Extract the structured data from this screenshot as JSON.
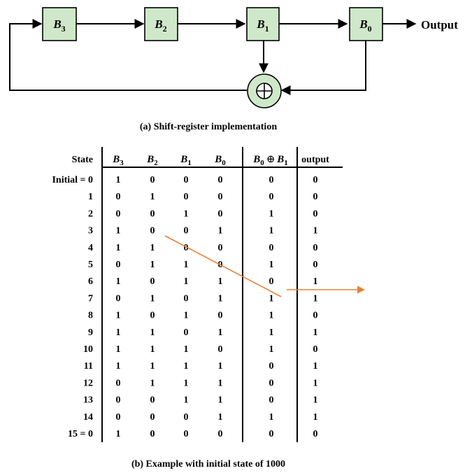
{
  "diagram": {
    "registers": [
      {
        "letter": "B",
        "sub": "3"
      },
      {
        "letter": "B",
        "sub": "2"
      },
      {
        "letter": "B",
        "sub": "1"
      },
      {
        "letter": "B",
        "sub": "0"
      }
    ],
    "output_label": "Output",
    "xor_symbol": "⊕",
    "caption_a": "(a) Shift-register implementation"
  },
  "table": {
    "state_header": "State",
    "bit_headers": [
      {
        "letter": "B",
        "sub": "3"
      },
      {
        "letter": "B",
        "sub": "2"
      },
      {
        "letter": "B",
        "sub": "1"
      },
      {
        "letter": "B",
        "sub": "0"
      }
    ],
    "xor_header": {
      "a": "B",
      "a_sub": "0",
      "op": "⊕",
      "b": "B",
      "b_sub": "1"
    },
    "output_header": "output",
    "rows": [
      {
        "state": "Initial = 0",
        "b3": "1",
        "b2": "0",
        "b1": "0",
        "b0": "0",
        "xor": "0",
        "out": "0"
      },
      {
        "state": "1",
        "b3": "0",
        "b2": "1",
        "b1": "0",
        "b0": "0",
        "xor": "0",
        "out": "0"
      },
      {
        "state": "2",
        "b3": "0",
        "b2": "0",
        "b1": "1",
        "b0": "0",
        "xor": "1",
        "out": "0"
      },
      {
        "state": "3",
        "b3": "1",
        "b2": "0",
        "b1": "0",
        "b0": "1",
        "xor": "1",
        "out": "1"
      },
      {
        "state": "4",
        "b3": "1",
        "b2": "1",
        "b1": "0",
        "b0": "0",
        "xor": "0",
        "out": "0"
      },
      {
        "state": "5",
        "b3": "0",
        "b2": "1",
        "b1": "1",
        "b0": "0",
        "xor": "1",
        "out": "0"
      },
      {
        "state": "6",
        "b3": "1",
        "b2": "0",
        "b1": "1",
        "b0": "1",
        "xor": "0",
        "out": "1"
      },
      {
        "state": "7",
        "b3": "0",
        "b2": "1",
        "b1": "0",
        "b0": "1",
        "xor": "1",
        "out": "1"
      },
      {
        "state": "8",
        "b3": "1",
        "b2": "0",
        "b1": "1",
        "b0": "0",
        "xor": "1",
        "out": "0"
      },
      {
        "state": "9",
        "b3": "1",
        "b2": "1",
        "b1": "0",
        "b0": "1",
        "xor": "1",
        "out": "1"
      },
      {
        "state": "10",
        "b3": "1",
        "b2": "1",
        "b1": "1",
        "b0": "0",
        "xor": "1",
        "out": "0"
      },
      {
        "state": "11",
        "b3": "1",
        "b2": "1",
        "b1": "1",
        "b0": "1",
        "xor": "0",
        "out": "1"
      },
      {
        "state": "12",
        "b3": "0",
        "b2": "1",
        "b1": "1",
        "b0": "1",
        "xor": "0",
        "out": "1"
      },
      {
        "state": "13",
        "b3": "0",
        "b2": "0",
        "b1": "1",
        "b0": "1",
        "xor": "0",
        "out": "1"
      },
      {
        "state": "14",
        "b3": "0",
        "b2": "0",
        "b1": "0",
        "b0": "1",
        "xor": "1",
        "out": "1"
      },
      {
        "state": "15 = 0",
        "b3": "1",
        "b2": "0",
        "b1": "0",
        "b0": "0",
        "xor": "0",
        "out": "0"
      }
    ],
    "caption_b": "(b) Example with initial state of 1000"
  },
  "colors": {
    "register_fill": "#cfe8c9",
    "annotation_orange": "#e8823a"
  }
}
